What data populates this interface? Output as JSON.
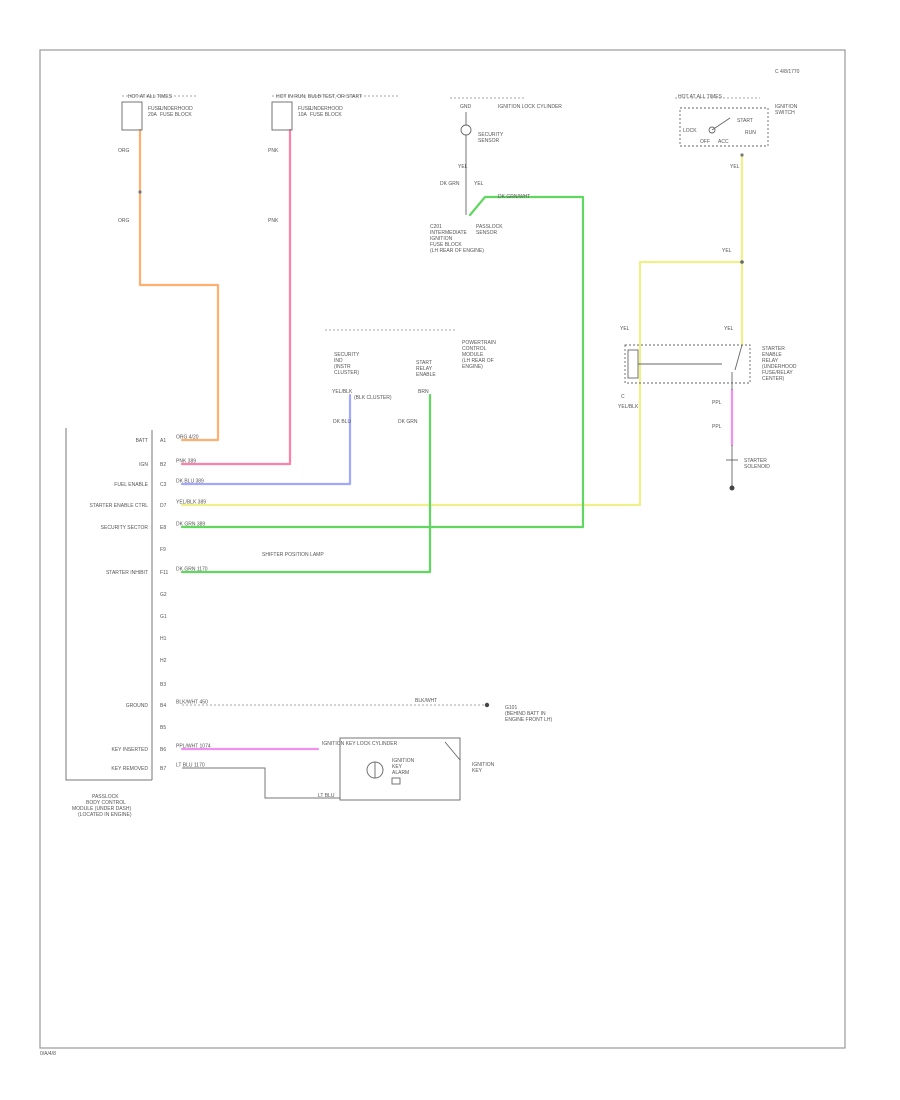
{
  "page": {
    "ref_code": "C 4/8/1770",
    "footer_code": "0/A/4/8"
  },
  "colors": {
    "orange": "#ffb070",
    "pink": "#ff80a8",
    "blue": "#a0a8ff",
    "yellow": "#f0f08a",
    "green": "#60d860",
    "violet": "#f090f0",
    "grey": "#888888"
  },
  "fuse_left": {
    "lines": [
      "HOT AT ALL TIMES",
      "FUSE",
      "20A",
      "UNDERHOOD",
      "FUSE BLOCK"
    ],
    "wire_top": "ORG",
    "wire_mid": "ORG"
  },
  "fuse_mid": {
    "lines": [
      "HOT IN RUN, BULB TEST, OR START",
      "FUSE",
      "10A",
      "UNDERHOOD",
      "FUSE BLOCK"
    ],
    "wire_top": "PNK",
    "wire_mid": "PNK"
  },
  "security_sensor": {
    "top": "GND",
    "label_right": "IGNITION LOCK CYLINDER",
    "lines": [
      "SECURITY",
      "SENSOR"
    ],
    "wire_a": "YEL",
    "wire_b": "DK GRN",
    "wire_c": "YEL",
    "conn_lines": [
      "C201",
      "INTERMEDIATE",
      "IGNITION",
      "FUSE BLOCK",
      "(LH REAR OF ENGINE)"
    ],
    "sensor_caption": [
      "PASSLOCK",
      "SENSOR"
    ],
    "wire_green": "DK GRN/WHT"
  },
  "ignition_switch": {
    "header": "HOT AT ALL TIMES",
    "lines": [
      "IGNITION",
      "SWITCH"
    ],
    "pos_lock": "LOCK",
    "pos_start": "START",
    "pos_run": "RUN",
    "pos_off": "OFF",
    "pos_acc": "ACC",
    "wire_a": "YEL",
    "wire_b": "YEL"
  },
  "starter_relay": {
    "lines": [
      "STARTER",
      "ENABLE",
      "RELAY",
      "(UNDERHOOD",
      "FUSE/RELAY",
      "CENTER)"
    ],
    "wire_top_left": "YEL",
    "wire_top_right": "YEL",
    "wire_bottom_left": "YEL/BLK",
    "pin": "C",
    "wire_bottom_right": "PPL",
    "wire_solenoid": "PPL"
  },
  "starter_solenoid": {
    "lines": [
      "STARTER",
      "SOLENOID"
    ]
  },
  "pcm_box": {
    "lines": [
      "POWERTRAIN",
      "CONTROL",
      "MODULE",
      "(LH REAR OF",
      "ENGINE)"
    ],
    "ind_left": [
      "SECURITY",
      "IND",
      "(INSTR",
      "CLUSTER)"
    ],
    "ind_left_wire": [
      "YEL/BLK",
      "(BLK CLUSTER)"
    ],
    "ind_right": [
      "START",
      "RELAY",
      "ENABLE"
    ],
    "ind_right_wire": "BRN",
    "wire_blue": "DK BLU",
    "wire_green": "DK GRN"
  },
  "bcm": {
    "caption": [
      "PASSLOCK",
      "BODY CONTROL",
      "MODULE (UNDER DASH)",
      "(LOCATED IN ENGINE)"
    ],
    "pins": [
      {
        "pin": "A1",
        "label": "BATT",
        "wire": "ORG 4/20"
      },
      {
        "pin": "B2",
        "label": "IGN",
        "wire": "PNK 389"
      },
      {
        "pin": "C3",
        "label": "FUEL ENABLE",
        "wire": "DK BLU 389"
      },
      {
        "pin": "D7",
        "label": "STARTER ENABLE CTRL",
        "wire": "YEL/BLK 389"
      },
      {
        "pin": "E8",
        "label": "SECURITY SECTOR",
        "wire": "DK GRN 389"
      },
      {
        "pin": "F9",
        "label": "",
        "wire": ""
      },
      {
        "pin": "F11",
        "label": "STARTER INHIBIT",
        "wire": "DK GRN 1170"
      },
      {
        "pin": "G2",
        "label": "",
        "wire": ""
      },
      {
        "pin": "G1",
        "label": "",
        "wire": ""
      },
      {
        "pin": "H1",
        "label": "",
        "wire": ""
      },
      {
        "pin": "H2",
        "label": "",
        "wire": ""
      },
      {
        "pin": "B3",
        "label": "",
        "wire": ""
      },
      {
        "pin": "B4",
        "label": "GROUND",
        "wire": "BLK/WHT 450"
      },
      {
        "pin": "B5",
        "label": "",
        "wire": ""
      },
      {
        "pin": "B6",
        "label": "KEY INSERTED",
        "wire": "PPL/WHT 1074"
      },
      {
        "pin": "B7",
        "label": "KEY REMOVED",
        "wire": "LT BLU 1170"
      }
    ],
    "wire_note": "SHIFTER POSITION LAMP"
  },
  "ground": {
    "label_wire": "BLK/WHT",
    "lines": [
      "G101",
      "(BEHIND BATT IN",
      "ENGINE FRONT LH)"
    ]
  },
  "key_switch": {
    "header": "IGNITION KEY LOCK CYLINDER",
    "lines": [
      "IGNITION",
      "KEY",
      "ALARM"
    ],
    "side": [
      "IGNITION",
      "KEY"
    ],
    "lower_wire": "LT BLU"
  }
}
